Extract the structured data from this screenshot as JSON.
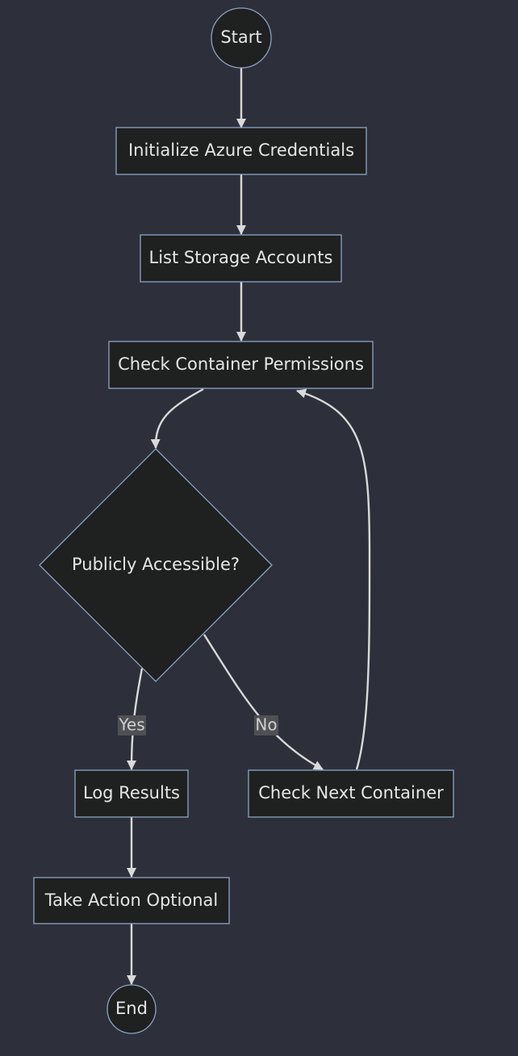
{
  "nodes": {
    "start": "Start",
    "init_credentials": "Initialize Azure Credentials",
    "list_accounts": "List Storage Accounts",
    "check_permissions": "Check Container Permissions",
    "publicly_accessible": "Publicly Accessible?",
    "log_results": "Log Results",
    "check_next": "Check Next Container",
    "take_action": "Take Action Optional",
    "end": "End"
  },
  "edge_labels": {
    "yes": "Yes",
    "no": "No"
  },
  "colors": {
    "background": "#2d303b",
    "node_fill": "#1f2020",
    "node_border": "#8aa4c8",
    "edge": "#d9d9d9",
    "text": "#e6e6e6",
    "edge_label_bg": "#4f5054"
  }
}
